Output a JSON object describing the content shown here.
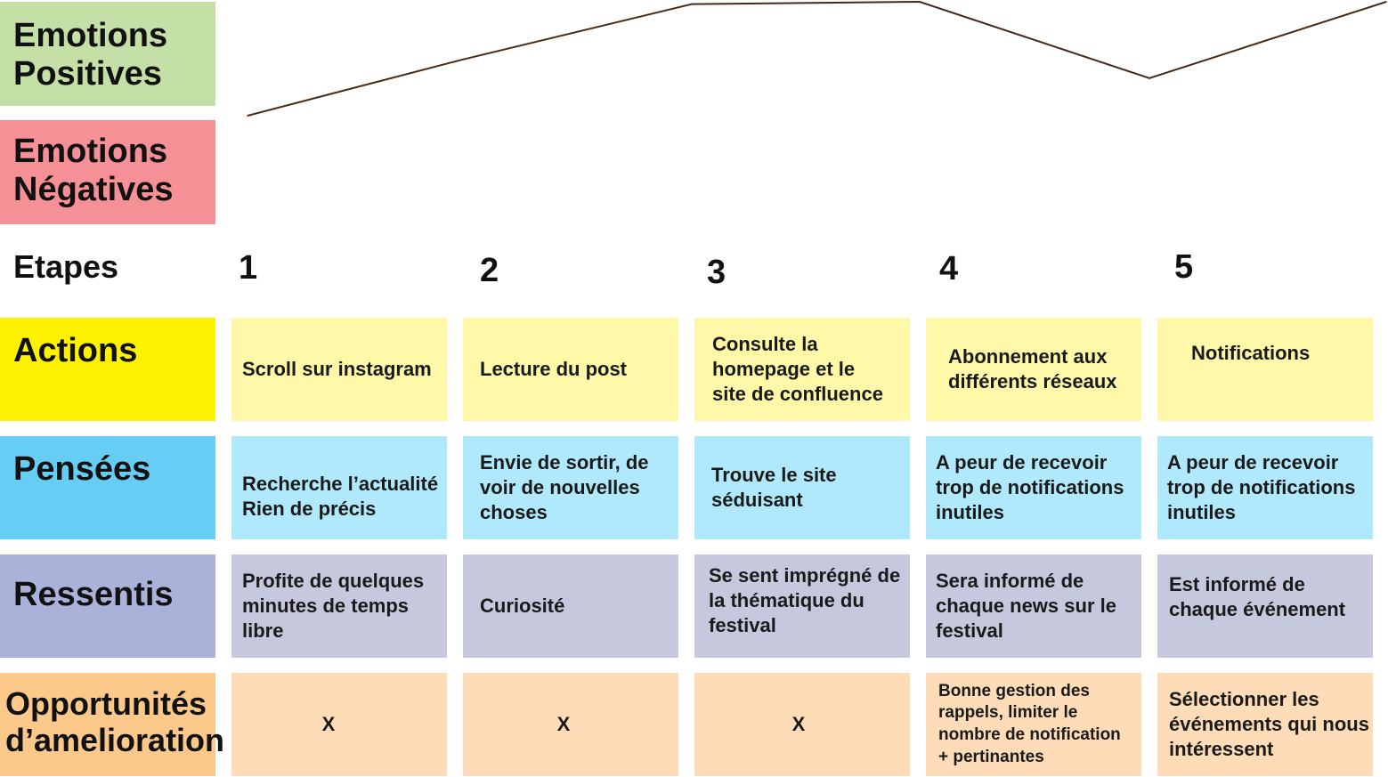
{
  "labels": {
    "positive": "Emotions Positives",
    "negative": "Emotions Négatives",
    "etapes": "Etapes",
    "actions": "Actions",
    "pensees": "Pensées",
    "ressentis": "Ressentis",
    "opportunites": "Opportunités d’amelioration"
  },
  "colors": {
    "positive": "#c4e0a6",
    "negative": "#f59097",
    "actions": "#fff200",
    "pensees": "#66cef5",
    "ressentis": "#aab2d9",
    "opportunites": "#fcc98a",
    "line": "#4a2a17"
  },
  "steps": [
    "1",
    "2",
    "3",
    "4",
    "5"
  ],
  "actions": [
    "Scroll sur instagram",
    "Lecture du post",
    "Consulte la homepage et le site de confluence",
    "Abonnement aux différents réseaux",
    "Notifications"
  ],
  "pensees": [
    "Recherche l’actualité Rien de précis",
    "Envie de sortir, de voir de nouvelles choses",
    "Trouve le site séduisant",
    "A peur de recevoir trop de notifications inutiles",
    "A peur de recevoir trop de notifications inutiles"
  ],
  "ressentis": [
    "Profite de quelques minutes de temps libre",
    "Curiosité",
    "Se sent imprégné de la thématique du festival",
    "Sera informé de chaque news sur le festival",
    "Est informé de chaque événement"
  ],
  "opportunites": [
    "X",
    "X",
    "X",
    "Bonne gestion des rappels, limiter le nombre de notification + pertinantes",
    "Sélectionner les événements qui nous intéressent"
  ],
  "chart_data": {
    "type": "line",
    "x": [
      "1",
      "2",
      "3",
      "4",
      "5",
      "6"
    ],
    "values": [
      0.0,
      0.49,
      0.98,
      1.0,
      0.33,
      1.0
    ],
    "ylim": [
      0,
      1
    ]
  }
}
